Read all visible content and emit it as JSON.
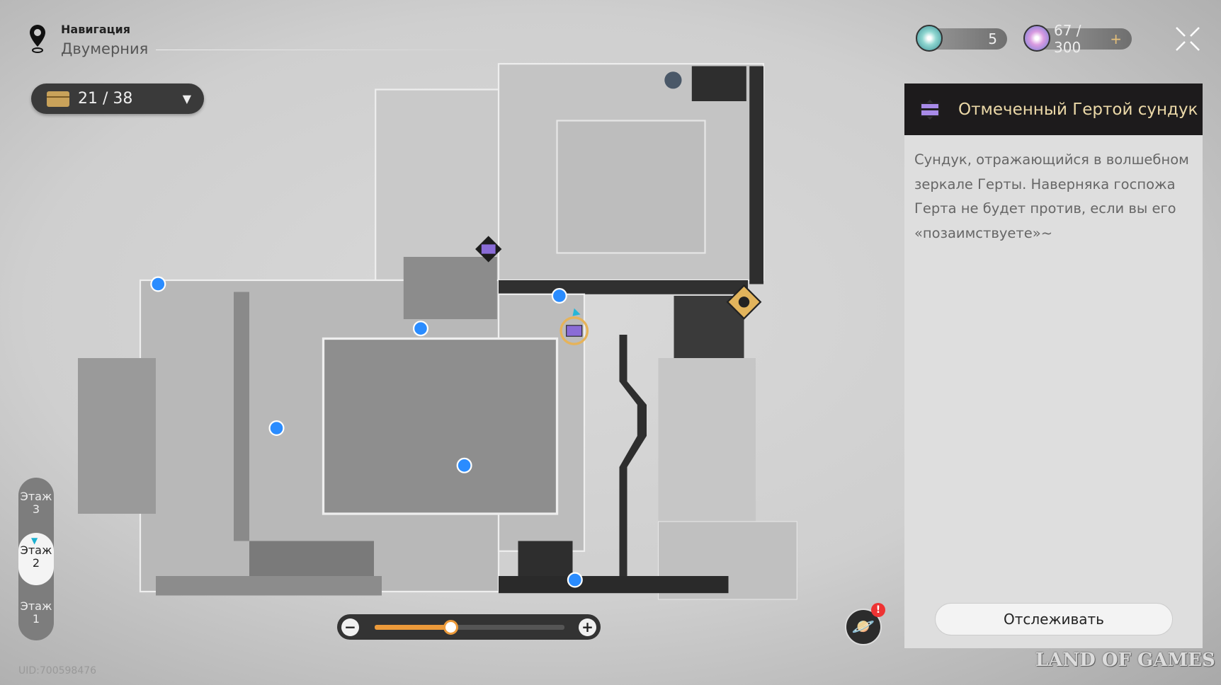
{
  "header": {
    "title": "Навигация",
    "location": "Двумерния"
  },
  "chest_counter": {
    "value": "21 / 38"
  },
  "currencies": [
    {
      "name": "fuel",
      "value": "5"
    },
    {
      "name": "trailblaze-power",
      "value": "67 / 300",
      "plus": "+"
    }
  ],
  "panel": {
    "title": "Отмеченный Гертой сундук",
    "description": "Сундук, отражающийся в волшебном зеркале Герты. Наверняка госпожа Герта не будет против, если вы его «позаимствуете»~",
    "track_label": "Отслеживать"
  },
  "floors": [
    {
      "label": "Этаж",
      "num": "3"
    },
    {
      "label": "Этаж",
      "num": "2",
      "selected": true
    },
    {
      "label": "Этаж",
      "num": "1"
    }
  ],
  "zoom": {
    "minus": "−",
    "plus": "+",
    "level_percent": 40
  },
  "notification": {
    "badge": "!"
  },
  "uid": "UID:700598476",
  "watermark": "LAND OF GAMES",
  "colors": {
    "accent": "#ec9a3a",
    "panel_header": "#1d1b1c",
    "title_gold": "#ecd9a8",
    "teleport_blue": "#2a8cff"
  }
}
